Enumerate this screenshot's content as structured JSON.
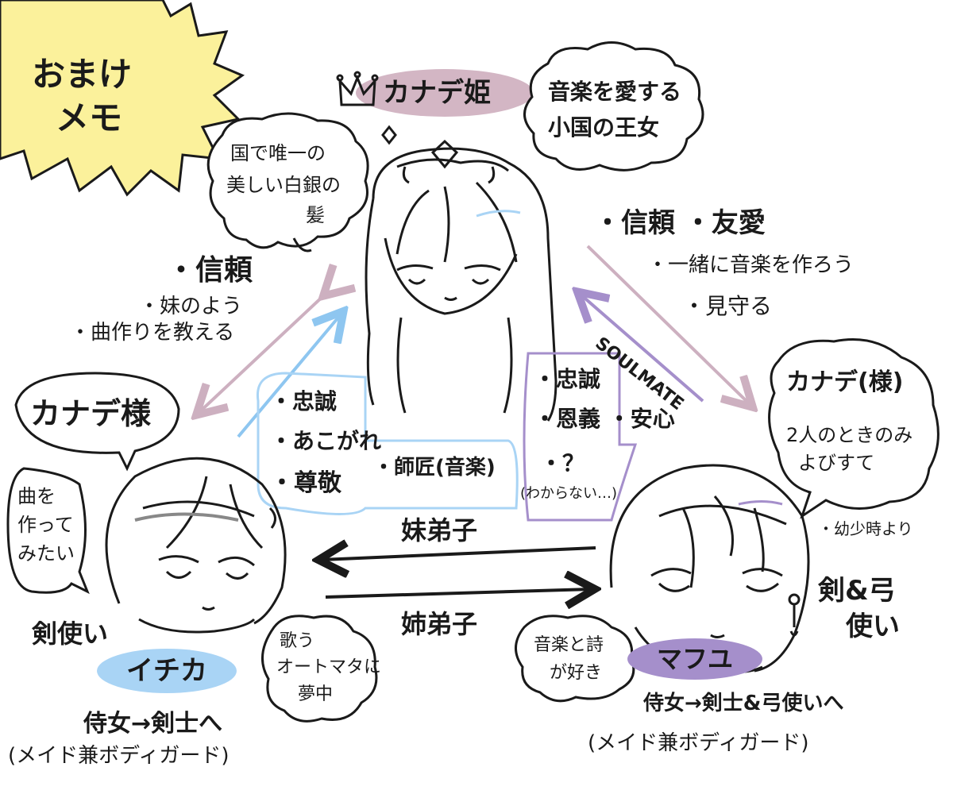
{
  "colors": {
    "kanade": "#d3b6c4",
    "ichika": "#a9d4f5",
    "mafuyu": "#a58fcb",
    "omake_bg": "#fbf19b",
    "ink": "#1a1a1a",
    "arrow_pink": "#cdb0c0",
    "arrow_blue": "#8ec6f0",
    "arrow_purple": "#a58fcb"
  },
  "header": {
    "omake_line1": "おまけ",
    "omake_line2": "メモ"
  },
  "kanade": {
    "crown_icon": "crown-icon",
    "name": "カナデ姫",
    "desc_line1": "音楽を愛する",
    "desc_line2": "小国の王女",
    "hair_line1": "国で唯一の",
    "hair_line2": "美しい白銀の",
    "hair_line3": "髪"
  },
  "kanade_to_mafuyu": {
    "line1": "・信頼 ・友愛",
    "line2": "・一緒に音楽を作ろう",
    "line3": "・見守る"
  },
  "soulmate": "SOULMATE",
  "kanade_to_ichika": {
    "line1": "・信頼",
    "line2": "・妹のよう",
    "line3": "・曲作りを教える"
  },
  "ichika_to_kanade": {
    "line1": "・忠誠",
    "line2": "・あこがれ",
    "line3": "・尊敬",
    "line4": "・師匠(音楽)"
  },
  "mafuyu_to_kanade": {
    "line1": "・忠誠",
    "line2": "・恩義 ・安心",
    "line3": "・？",
    "line4": "(わからない…)"
  },
  "ichika": {
    "speech": "カナデ様",
    "wish_line1": "曲を",
    "wish_line2": "作って",
    "wish_line3": "みたい",
    "weapon": "剣使い",
    "name": "イチカ",
    "hobby_line1": "歌う",
    "hobby_line2": "オートマタに",
    "hobby_line3": "夢中",
    "role_line1": "侍女→剣士へ",
    "role_line2": "(メイド兼ボディガード)"
  },
  "mafuyu": {
    "speech_line1": "カナデ(様)",
    "speech_line2": "2人のときのみ",
    "speech_line3": "よびすて",
    "note": "・幼少時より",
    "weapon_line1": "剣&弓",
    "weapon_line2": "使い",
    "hobby_line1": "音楽と詩",
    "hobby_line2": "が好き",
    "name": "マフユ",
    "role_line1": "侍女→剣士&弓使いへ",
    "role_line2": "(メイド兼ボディガード)"
  },
  "arrows": {
    "upper": "妹弟子",
    "lower": "姉弟子"
  }
}
